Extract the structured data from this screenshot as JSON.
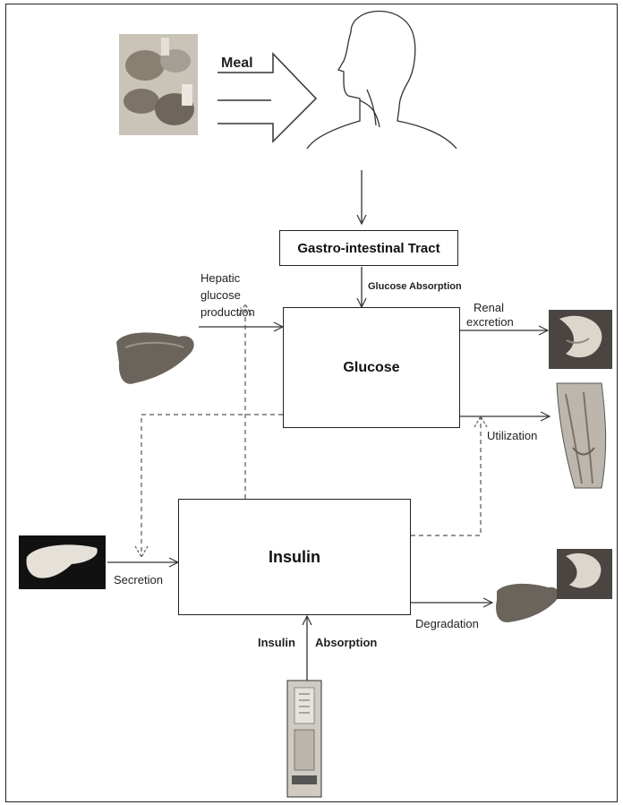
{
  "labels": {
    "meal": "Meal",
    "gi_tract": "Gastro-intestinal Tract",
    "glucose_absorption": "Glucose Absorption",
    "hepatic_line1": "Hepatic",
    "hepatic_line2": "glucose",
    "hepatic_line3": "production",
    "glucose": "Glucose",
    "renal_line1": "Renal",
    "renal_line2": "excretion",
    "utilization": "Utilization",
    "insulin": "Insulin",
    "secretion": "Secretion",
    "degradation": "Degradation",
    "insulin_absorption_a": "Insulin",
    "insulin_absorption_b": "Absorption"
  }
}
